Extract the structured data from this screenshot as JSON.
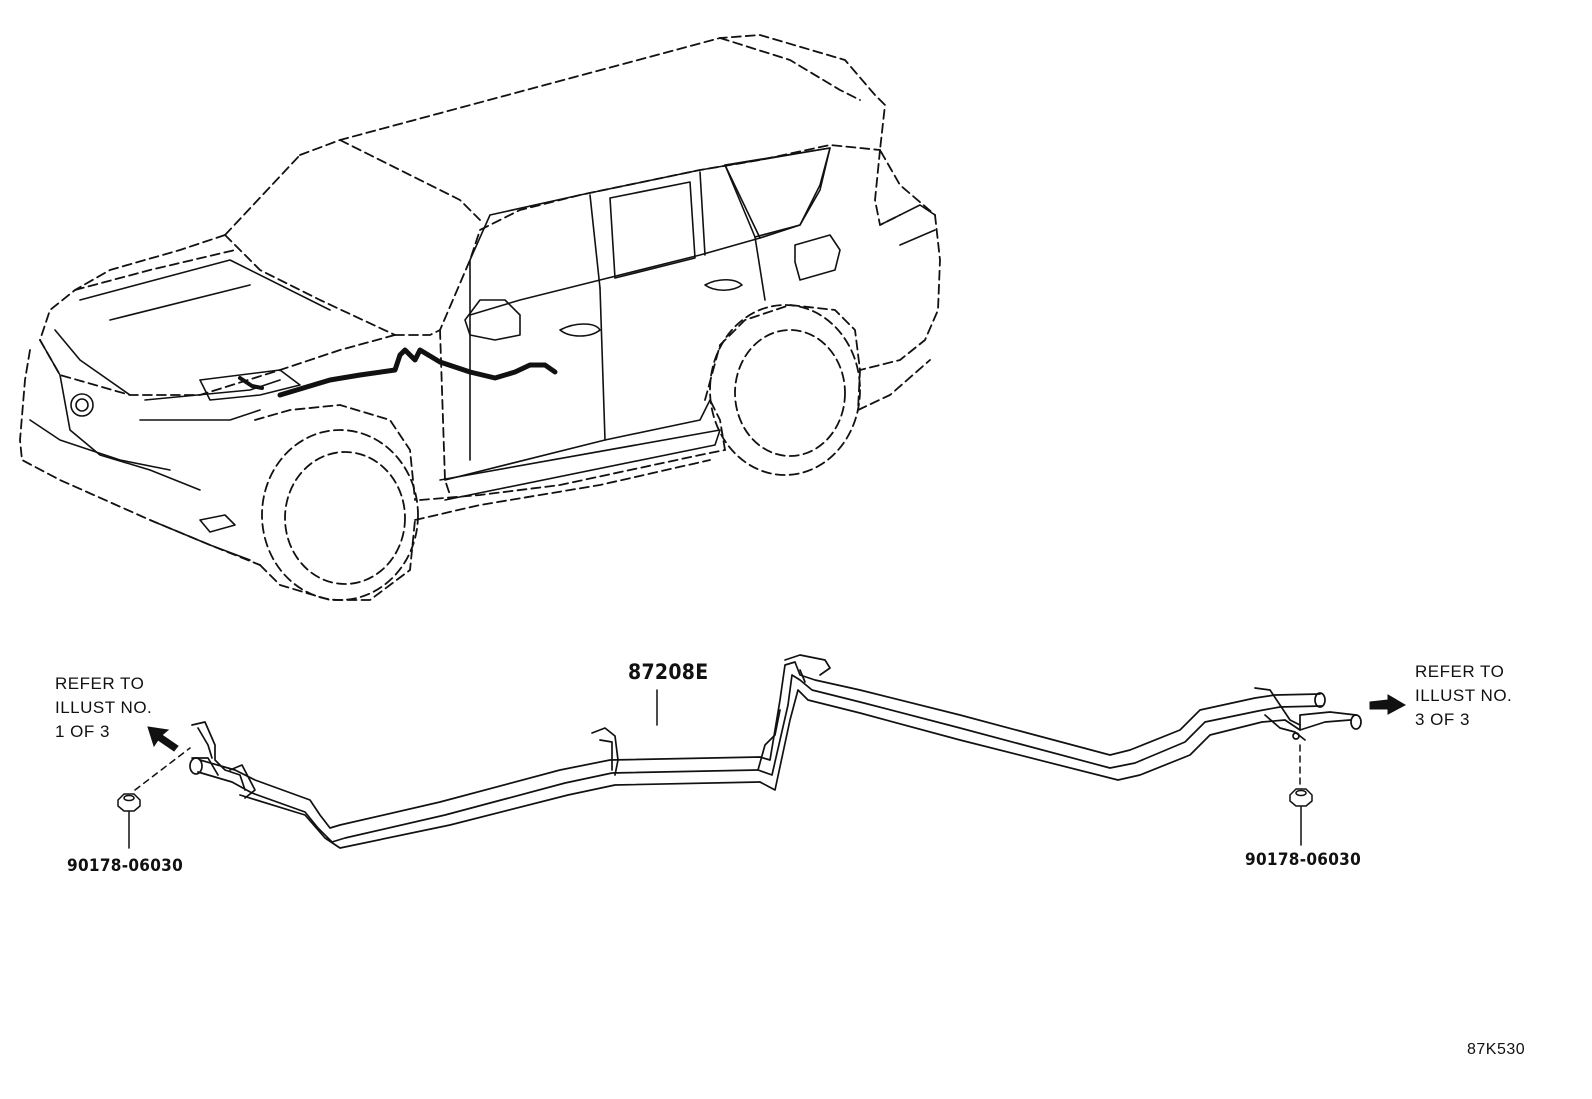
{
  "labels": {
    "main_part": "87208E",
    "fastener_left": "90178-06030",
    "fastener_right": "90178-06030",
    "refer_left": [
      "REFER TO",
      "ILLUST NO.",
      "1 OF 3"
    ],
    "refer_right": [
      "REFER TO",
      "ILLUST NO.",
      "3 OF 3"
    ],
    "diagram_code": "87K530"
  },
  "icons": {
    "arrow_left": "arrow-up-left-icon",
    "arrow_right": "arrow-right-icon"
  },
  "colors": {
    "line": "#111111",
    "background": "#ffffff"
  }
}
